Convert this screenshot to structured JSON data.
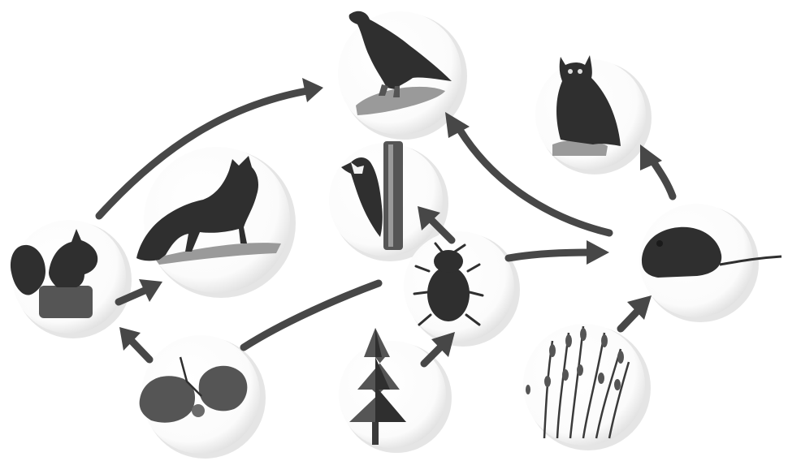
{
  "diagram": {
    "type": "food-web",
    "colors": {
      "arrow": "#474747",
      "background": "#ffffff",
      "disc_shadow": "#cfcfcf"
    },
    "nodes": [
      {
        "id": "eagle",
        "icon": "eagle-icon"
      },
      {
        "id": "owl",
        "icon": "owl-icon"
      },
      {
        "id": "fox",
        "icon": "fox-icon"
      },
      {
        "id": "woodpecker",
        "icon": "woodpecker-icon"
      },
      {
        "id": "squirrel",
        "icon": "squirrel-icon"
      },
      {
        "id": "beetle",
        "icon": "beetle-icon"
      },
      {
        "id": "mouse",
        "icon": "mouse-icon"
      },
      {
        "id": "hazel",
        "icon": "hazel-leaf-icon"
      },
      {
        "id": "spruce",
        "icon": "spruce-tree-icon"
      },
      {
        "id": "grass",
        "icon": "grass-icon"
      }
    ],
    "edges": [
      {
        "from": "squirrel",
        "to": "eagle"
      },
      {
        "from": "squirrel",
        "to": "fox"
      },
      {
        "from": "hazel",
        "to": "squirrel"
      },
      {
        "from": "hazel",
        "to": "beetle"
      },
      {
        "from": "spruce",
        "to": "beetle"
      },
      {
        "from": "beetle",
        "to": "woodpecker"
      },
      {
        "from": "beetle",
        "to": "mouse"
      },
      {
        "from": "mouse",
        "to": "eagle"
      },
      {
        "from": "mouse",
        "to": "owl"
      },
      {
        "from": "grass",
        "to": "mouse"
      }
    ]
  }
}
